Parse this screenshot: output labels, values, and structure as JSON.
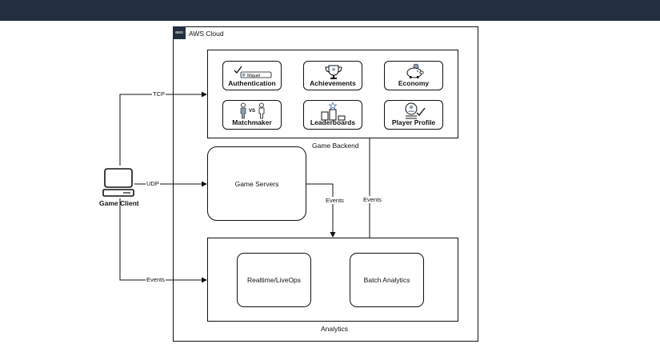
{
  "aws_cloud": {
    "label": "AWS Cloud",
    "logo_text": "aws"
  },
  "game_backend": {
    "label": "Game Backend",
    "services": [
      {
        "label": "Authentication",
        "icon": "id-badge-icon",
        "badge_text": "Miguel"
      },
      {
        "label": "Achievements",
        "icon": "trophy-icon"
      },
      {
        "label": "Economy",
        "icon": "piggy-bank-icon"
      },
      {
        "label": "Matchmaker",
        "icon": "versus-icon",
        "badge_text": "VS"
      },
      {
        "label": "Leaderboards",
        "icon": "podium-icon"
      },
      {
        "label": "Player Profile",
        "icon": "profile-check-icon"
      }
    ]
  },
  "game_servers": {
    "label": "Game Servers"
  },
  "analytics": {
    "label": "Analytics",
    "children": [
      {
        "label": "Realtime/LiveOps"
      },
      {
        "label": "Batch Analytics"
      }
    ]
  },
  "game_client": {
    "label": "Game Client",
    "icon": "desktop-computer-icon"
  },
  "edges": {
    "tcp": "TCP",
    "udp": "UDP",
    "client_events": "Events",
    "servers_events": "Events",
    "backend_events": "Events"
  },
  "colors": {
    "top_bar": "#232f3e",
    "line": "#111111"
  }
}
